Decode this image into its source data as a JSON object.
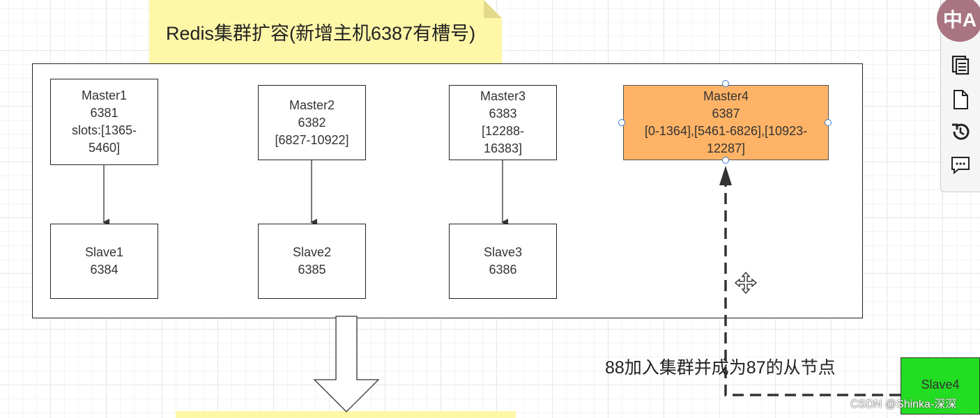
{
  "title": "Redis集群扩容(新增主机6387有槽号)",
  "nodes": {
    "master1": [
      "Master1",
      "6381",
      "slots:[1365-",
      "5460]"
    ],
    "master2": [
      "Master2",
      "6382",
      "[6827-10922]"
    ],
    "master3": [
      "Master3",
      "6383",
      "[12288-",
      "16383]"
    ],
    "master4": [
      "Master4",
      "6387",
      "[0-1364],[5461-6826],[10923-",
      "12287]"
    ],
    "slave1": [
      "Slave1",
      "6384"
    ],
    "slave2": [
      "Slave2",
      "6385"
    ],
    "slave3": [
      "Slave3",
      "6386"
    ],
    "slave4": [
      "Slave4"
    ]
  },
  "caption": "88加入集群并成为87的从节点",
  "translate_label": "中A",
  "watermark": "CSDN @Shinka-深深",
  "colors": {
    "master4_fill": "#ffb366",
    "slave4_fill": "#22dd22",
    "note_fill": "#fff7a8",
    "selection_handle": "#3a7fd0"
  },
  "toolbar": {
    "icons": [
      "format-icon",
      "pages-icon",
      "blank-page-icon",
      "history-icon",
      "comment-icon"
    ]
  }
}
